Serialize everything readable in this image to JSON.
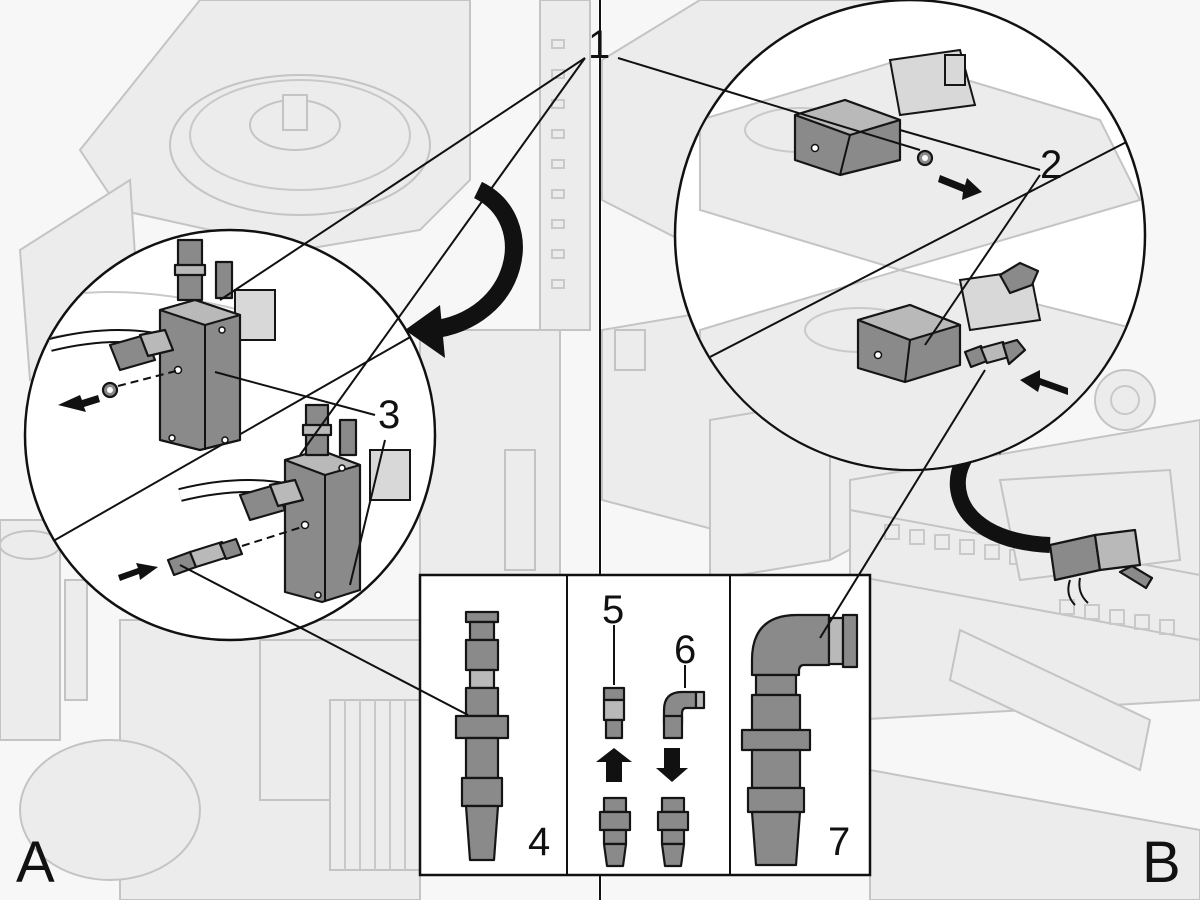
{
  "figure": {
    "panels": [
      {
        "id": "panel-a",
        "label": "A"
      },
      {
        "id": "panel-b",
        "label": "B"
      }
    ],
    "callouts": [
      {
        "id": "callout-1",
        "label": "1"
      },
      {
        "id": "callout-2",
        "label": "2"
      },
      {
        "id": "callout-3",
        "label": "3"
      },
      {
        "id": "callout-4",
        "label": "4"
      },
      {
        "id": "callout-5",
        "label": "5"
      },
      {
        "id": "callout-6",
        "label": "6"
      },
      {
        "id": "callout-7",
        "label": "7"
      }
    ]
  },
  "colors": {
    "line": "#111111",
    "part_fill": "#8a8a8a",
    "background_drawing": "#c9c9c9",
    "paper": "#ffffff"
  }
}
